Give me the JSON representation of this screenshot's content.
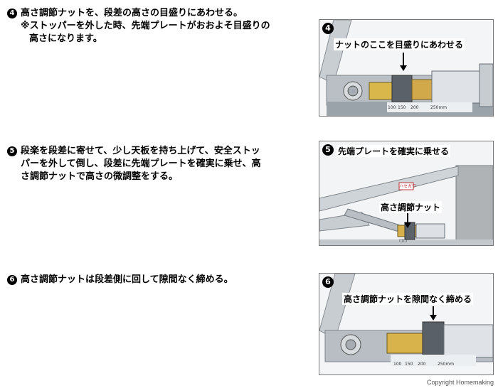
{
  "steps": [
    {
      "number": "4",
      "lines": [
        "高さ調節ナットを、段差の高さの目盛りにあわせる。",
        "※ストッパーを外した時、先端プレートがおおよそ目盛りの",
        "高さになります。"
      ],
      "photo_caption": "ナットのここを目盛りにあわせる",
      "scale_labels": [
        "100",
        "150",
        "200",
        "250mm"
      ]
    },
    {
      "number": "5",
      "lines": [
        "段楽を段差に寄せて、少し天板を持ち上げて、安全ストッ",
        "パーを外して倒し、段差に先端プレートを確実に乗せ、高",
        "さ調節ナットで高さの微調整をする。"
      ],
      "photo_caption": "先端プレートを確実に乗せる",
      "photo_caption_2": "高さ調節ナット",
      "brand_text": "ハセガワ",
      "scale_labels": [
        "□□"
      ]
    },
    {
      "number": "6",
      "lines": [
        "高さ調節ナットは段差側に回して隙間なく締める。"
      ],
      "photo_caption": "高さ調節ナットを隙間なく締める",
      "scale_labels": [
        "100",
        "150",
        "200",
        "250mm"
      ]
    }
  ],
  "copyright": "Copyright  Homemaking"
}
